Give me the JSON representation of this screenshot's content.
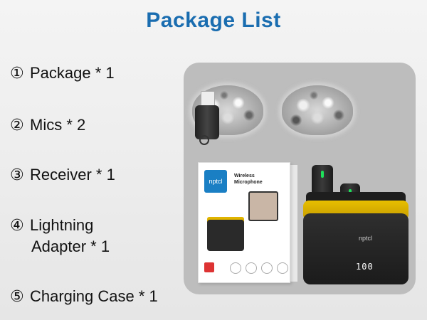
{
  "title": "Package List",
  "items": [
    {
      "num": "①",
      "label": "Package * 1"
    },
    {
      "num": "②",
      "label": "Mics * 2"
    },
    {
      "num": "③",
      "label": "Receiver * 1"
    },
    {
      "num": "④",
      "label": "Lightning",
      "label2": "Adapter * 1"
    },
    {
      "num": "⑤",
      "label": "Charging Case * 1"
    }
  ],
  "product": {
    "brand": "nptcl",
    "box_title": "Wireless Microphone",
    "case_display": "100"
  },
  "colors": {
    "title": "#1a6db0",
    "accent_yellow": "#e0b400",
    "led_green": "#1ee05a",
    "brand_blue": "#1a7fc4"
  }
}
